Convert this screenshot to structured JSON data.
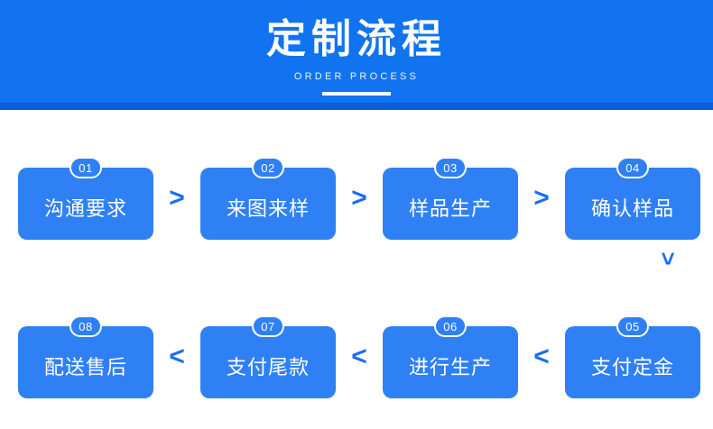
{
  "header": {
    "title": "定制流程",
    "subtitle": "ORDER PROCESS"
  },
  "colors": {
    "header_bg": "#1273f0",
    "header_strip": "#0a5fd6",
    "box_bg": "#2f80f5",
    "arrow": "#1a6ff0",
    "text": "#ffffff"
  },
  "flow": {
    "row1": [
      {
        "num": "01",
        "label": "沟通要求"
      },
      {
        "num": "02",
        "label": "来图来样"
      },
      {
        "num": "03",
        "label": "样品生产"
      },
      {
        "num": "04",
        "label": "确认样品"
      }
    ],
    "row1_arrows": [
      ">",
      ">",
      ">"
    ],
    "down_arrow": ">",
    "row2": [
      {
        "num": "08",
        "label": "配送售后"
      },
      {
        "num": "07",
        "label": "支付尾款"
      },
      {
        "num": "06",
        "label": "进行生产"
      },
      {
        "num": "05",
        "label": "支付定金"
      }
    ],
    "row2_arrows": [
      "<",
      "<",
      "<"
    ]
  }
}
